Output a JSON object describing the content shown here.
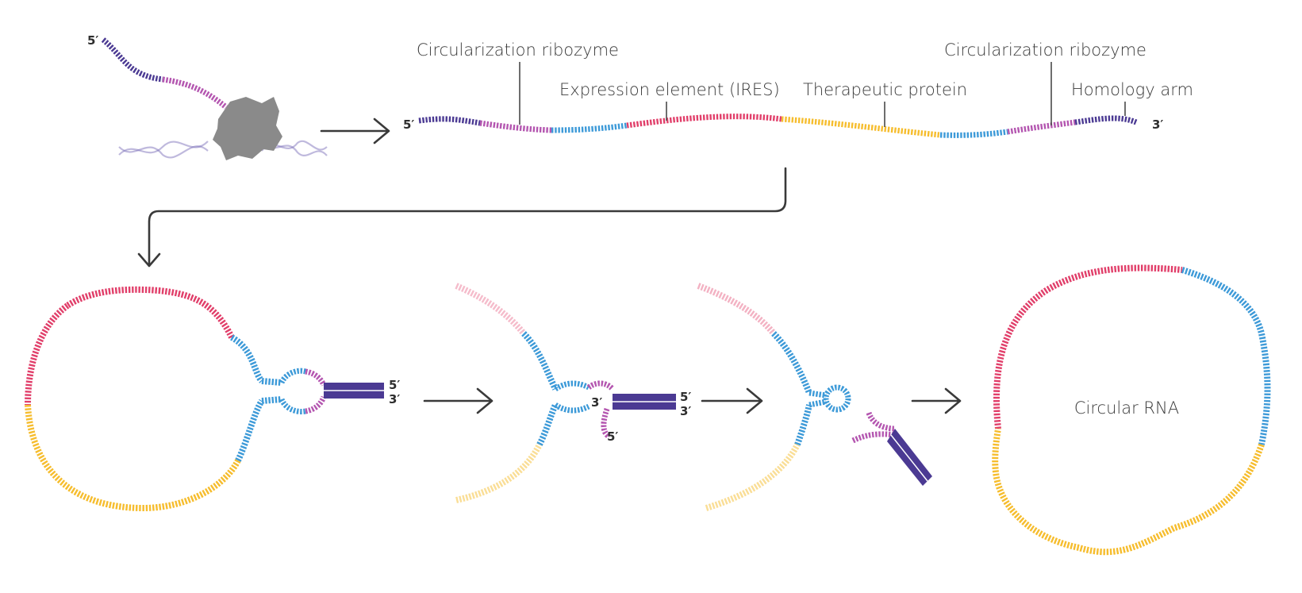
{
  "labels": {
    "circ_ribozyme_left": "Circularization ribozyme",
    "expression_element": "Expression element (IRES)",
    "therapeutic_protein": "Therapeutic protein",
    "circ_ribozyme_right": "Circularization ribozyme",
    "homology_arm": "Homology arm",
    "circular_rna": "Circular RNA"
  },
  "ends": {
    "five_prime": "5′",
    "three_prime": "3′"
  },
  "colors": {
    "homology": "#4b3a93",
    "ribozyme": "#b456b0",
    "spacer": "#3d9ad8",
    "ires": "#e13f6a",
    "protein": "#f6bd2e",
    "polymerase": "#8a8a8a",
    "arrow": "#3a3a3a"
  },
  "icons": {
    "polymerase": "rna-polymerase-icon",
    "dna": "dna-helix-icon"
  }
}
